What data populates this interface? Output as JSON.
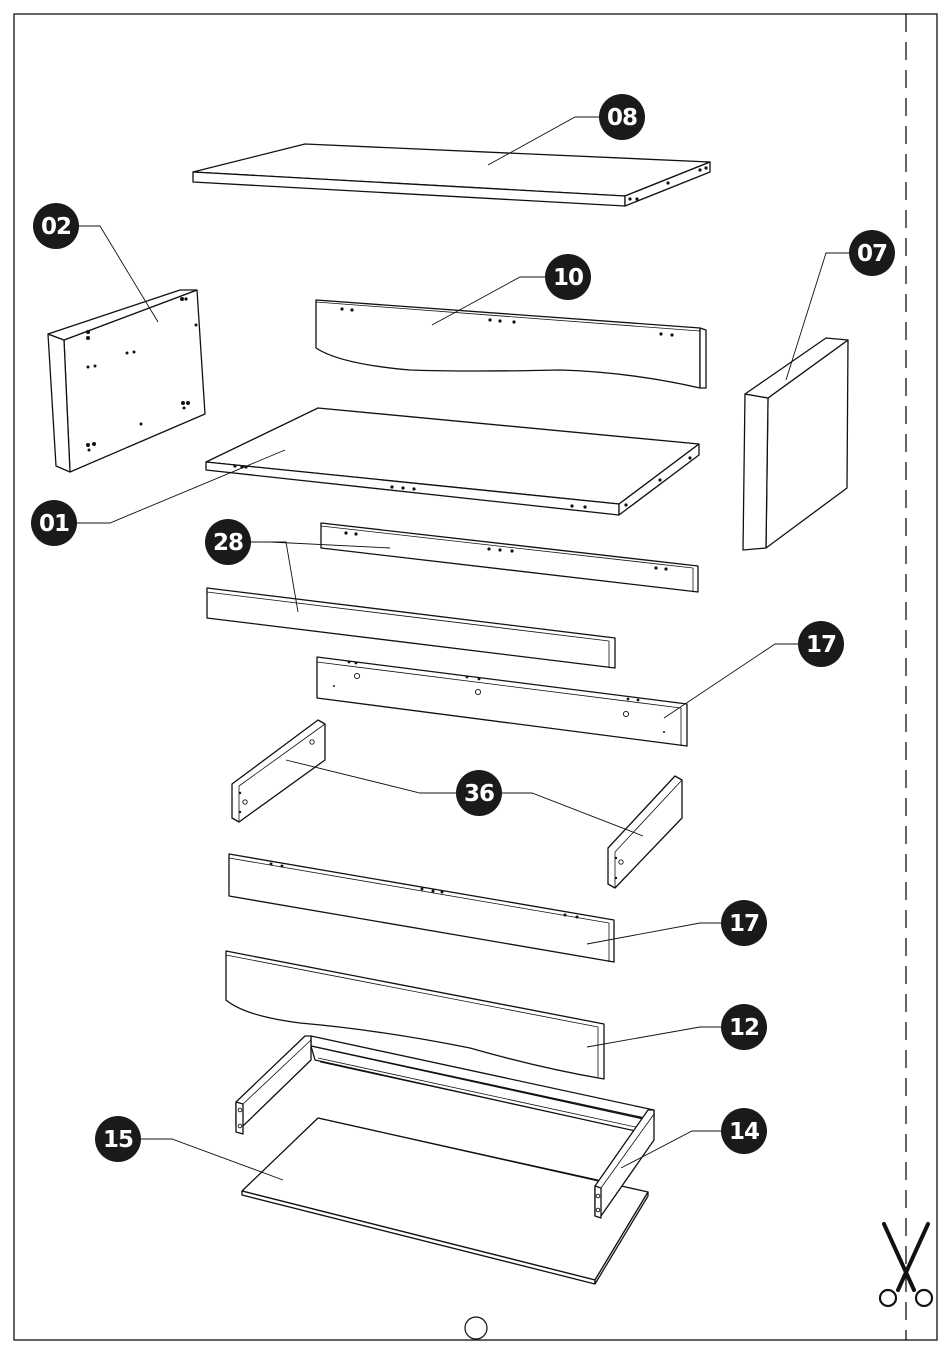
{
  "diagram": {
    "kind": "exploded-assembly-view",
    "parts": [
      {
        "id": "08",
        "label": "08"
      },
      {
        "id": "02",
        "label": "02"
      },
      {
        "id": "10",
        "label": "10"
      },
      {
        "id": "07",
        "label": "07"
      },
      {
        "id": "01",
        "label": "01"
      },
      {
        "id": "28",
        "label": "28"
      },
      {
        "id": "17a",
        "label": "17"
      },
      {
        "id": "36",
        "label": "36"
      },
      {
        "id": "17b",
        "label": "17"
      },
      {
        "id": "12",
        "label": "12"
      },
      {
        "id": "14",
        "label": "14"
      },
      {
        "id": "15",
        "label": "15"
      }
    ],
    "icons": [
      "scissors-icon",
      "cut-line",
      "page-circle"
    ]
  }
}
